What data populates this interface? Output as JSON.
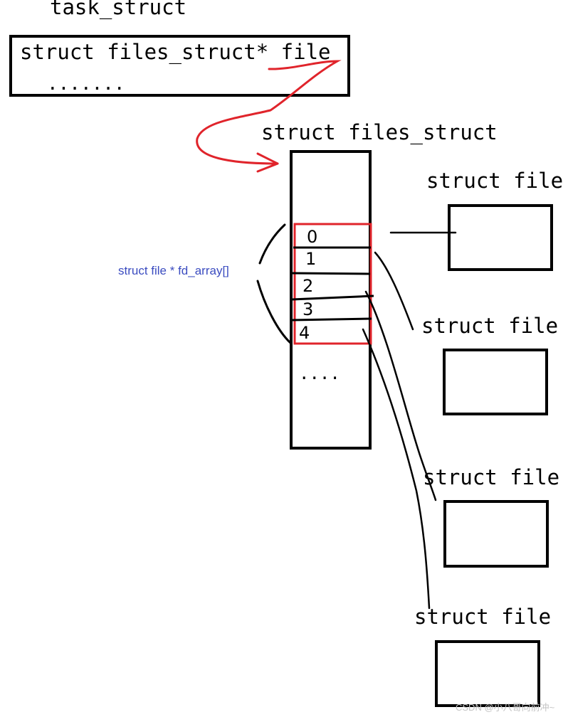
{
  "task_struct": {
    "title": "task_struct",
    "field": "struct files_struct* file",
    "ellipsis": "......."
  },
  "files_struct": {
    "title": "struct files_struct",
    "array_label": "struct file * fd_array[]",
    "slots": [
      "0",
      "1",
      "2",
      "3",
      "4"
    ],
    "ellipsis": "...."
  },
  "files": [
    {
      "label": "struct file"
    },
    {
      "label": "struct file"
    },
    {
      "label": "struct file"
    },
    {
      "label": "struct file"
    }
  ],
  "watermark": "CSDN @小八哥向前冲~",
  "colors": {
    "ink": "#000000",
    "highlight": "#e0242b",
    "annotation": "#3b4cc0"
  }
}
